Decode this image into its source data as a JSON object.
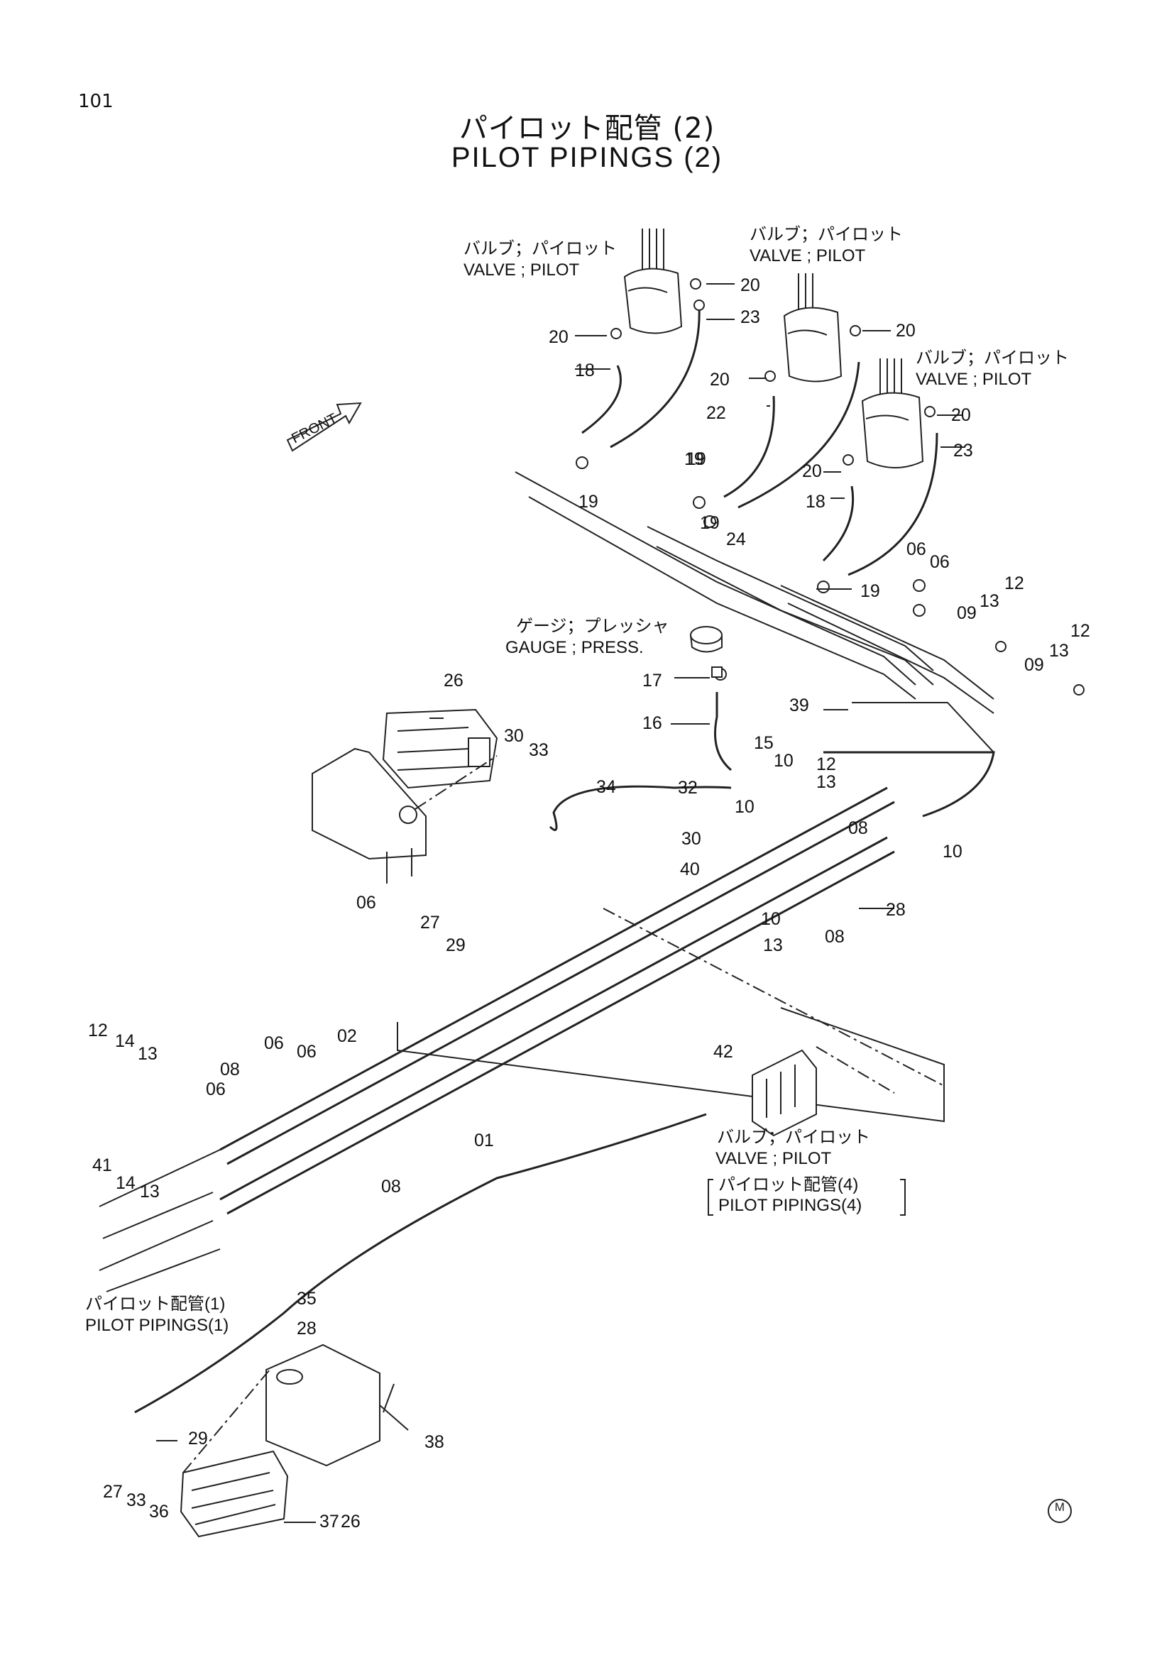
{
  "page_number": "101",
  "title_jp": "パイロット配管 (2)",
  "title_en": "PILOT PIPINGS (2)",
  "front_label": "FRONT",
  "corner_mark": "M",
  "callouts": {
    "valve_1": {
      "jp": "バルブ；パイロット",
      "en": "VALVE ; PILOT"
    },
    "valve_2": {
      "jp": "バルブ；パイロット",
      "en": "VALVE ; PILOT"
    },
    "valve_3": {
      "jp": "バルブ；パイロット",
      "en": "VALVE ; PILOT"
    },
    "valve_4": {
      "jp": "バルブ；パイロット",
      "en": "VALVE ; PILOT"
    },
    "gauge": {
      "jp": "ゲージ；プレッシャ",
      "en": "GAUGE ; PRESS."
    },
    "ref_piping_4": {
      "jp": "パイロット配管(4)",
      "en": "PILOT PIPINGS(4)"
    },
    "ref_piping_1": {
      "jp": "パイロット配管(1)",
      "en": "PILOT PIPINGS(1)"
    }
  },
  "part_numbers": [
    {
      "id": "20",
      "text": "20"
    },
    {
      "id": "23",
      "text": "23"
    },
    {
      "id": "20",
      "text": "20"
    },
    {
      "id": "18",
      "text": "18"
    },
    {
      "id": "20",
      "text": "20"
    },
    {
      "id": "20",
      "text": "20"
    },
    {
      "id": "22",
      "text": "22"
    },
    {
      "id": "20",
      "text": "20"
    },
    {
      "id": "23",
      "text": "23"
    },
    {
      "id": "20",
      "text": "20"
    },
    {
      "id": "19",
      "text": "19"
    },
    {
      "id": "19",
      "text": "19"
    },
    {
      "id": "19",
      "text": "19"
    },
    {
      "id": "19",
      "text": "19"
    },
    {
      "id": "24",
      "text": "24"
    },
    {
      "id": "18",
      "text": "18"
    },
    {
      "id": "19",
      "text": "19"
    },
    {
      "id": "06",
      "text": "06"
    },
    {
      "id": "06",
      "text": "06"
    },
    {
      "id": "12",
      "text": "12"
    },
    {
      "id": "13",
      "text": "13"
    },
    {
      "id": "09",
      "text": "09"
    },
    {
      "id": "12",
      "text": "12"
    },
    {
      "id": "13",
      "text": "13"
    },
    {
      "id": "09",
      "text": "09"
    },
    {
      "id": "17",
      "text": "17"
    },
    {
      "id": "16",
      "text": "16"
    },
    {
      "id": "39",
      "text": "39"
    },
    {
      "id": "26",
      "text": "26"
    },
    {
      "id": "30",
      "text": "30"
    },
    {
      "id": "33",
      "text": "33"
    },
    {
      "id": "15",
      "text": "15"
    },
    {
      "id": "10",
      "text": "10"
    },
    {
      "id": "12",
      "text": "12"
    },
    {
      "id": "13",
      "text": "13"
    },
    {
      "id": "34",
      "text": "34"
    },
    {
      "id": "32",
      "text": "32"
    },
    {
      "id": "10",
      "text": "10"
    },
    {
      "id": "30",
      "text": "30"
    },
    {
      "id": "08",
      "text": "08"
    },
    {
      "id": "10",
      "text": "10"
    },
    {
      "id": "40",
      "text": "40"
    },
    {
      "id": "06",
      "text": "06"
    },
    {
      "id": "27",
      "text": "27"
    },
    {
      "id": "29",
      "text": "29"
    },
    {
      "id": "28",
      "text": "28"
    },
    {
      "id": "10",
      "text": "10"
    },
    {
      "id": "13",
      "text": "13"
    },
    {
      "id": "08",
      "text": "08"
    },
    {
      "id": "12",
      "text": "12"
    },
    {
      "id": "14",
      "text": "14"
    },
    {
      "id": "13",
      "text": "13"
    },
    {
      "id": "08",
      "text": "08"
    },
    {
      "id": "06",
      "text": "06"
    },
    {
      "id": "06",
      "text": "06"
    },
    {
      "id": "02",
      "text": "02"
    },
    {
      "id": "06",
      "text": "06"
    },
    {
      "id": "42",
      "text": "42"
    },
    {
      "id": "41",
      "text": "41"
    },
    {
      "id": "14",
      "text": "14"
    },
    {
      "id": "13",
      "text": "13"
    },
    {
      "id": "08",
      "text": "08"
    },
    {
      "id": "01",
      "text": "01"
    },
    {
      "id": "35",
      "text": "35"
    },
    {
      "id": "28",
      "text": "28"
    },
    {
      "id": "29",
      "text": "29"
    },
    {
      "id": "38",
      "text": "38"
    },
    {
      "id": "27",
      "text": "27"
    },
    {
      "id": "33",
      "text": "33"
    },
    {
      "id": "36",
      "text": "36"
    },
    {
      "id": "37",
      "text": "37"
    },
    {
      "id": "26",
      "text": "26"
    }
  ]
}
